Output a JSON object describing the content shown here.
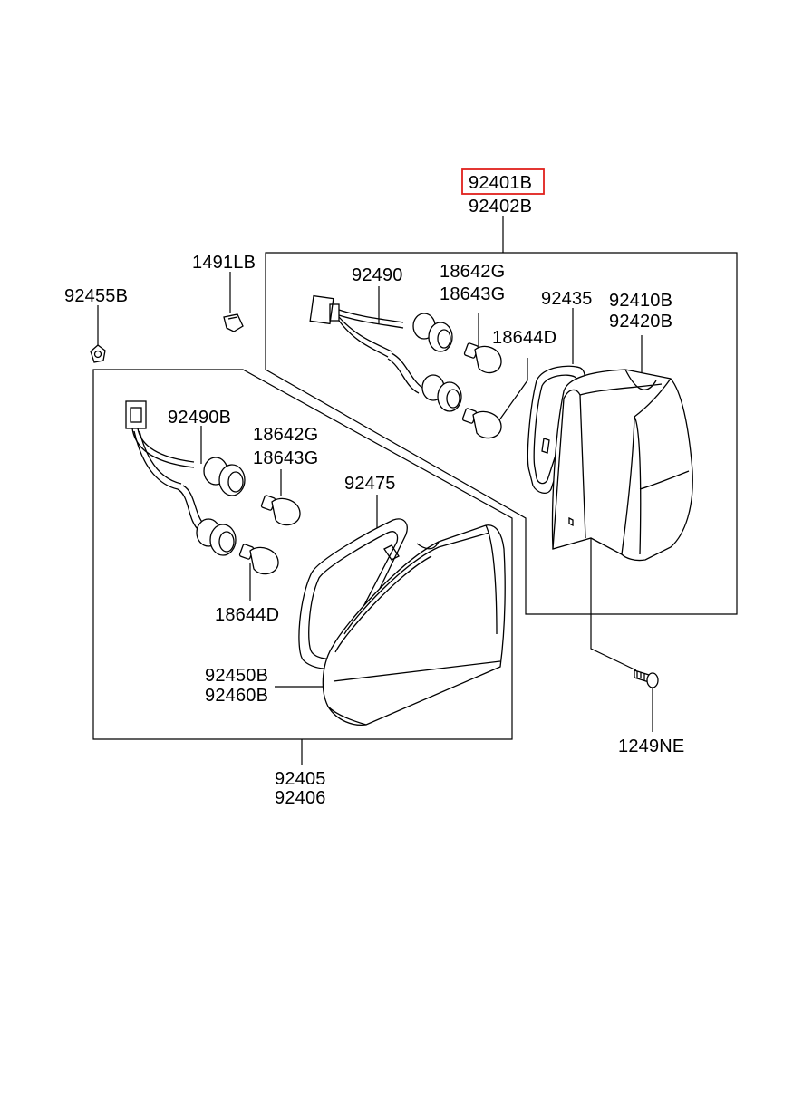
{
  "highlight_color": "#e0201c",
  "labels": {
    "l_92401b": "92401B",
    "l_92402b": "92402B",
    "l_1491lb": "1491LB",
    "l_92455b": "92455B",
    "l_92490": "92490",
    "l_18642g_a": "18642G",
    "l_18643g_a": "18643G",
    "l_18644d_a": "18644D",
    "l_92435": "92435",
    "l_92410b": "92410B",
    "l_92420b": "92420B",
    "l_92490b": "92490B",
    "l_18642g_b": "18642G",
    "l_18643g_b": "18643G",
    "l_92475": "92475",
    "l_18644d_b": "18644D",
    "l_92450b": "92450B",
    "l_92460b": "92460B",
    "l_92405": "92405",
    "l_92406": "92406",
    "l_1249ne": "1249NE"
  }
}
